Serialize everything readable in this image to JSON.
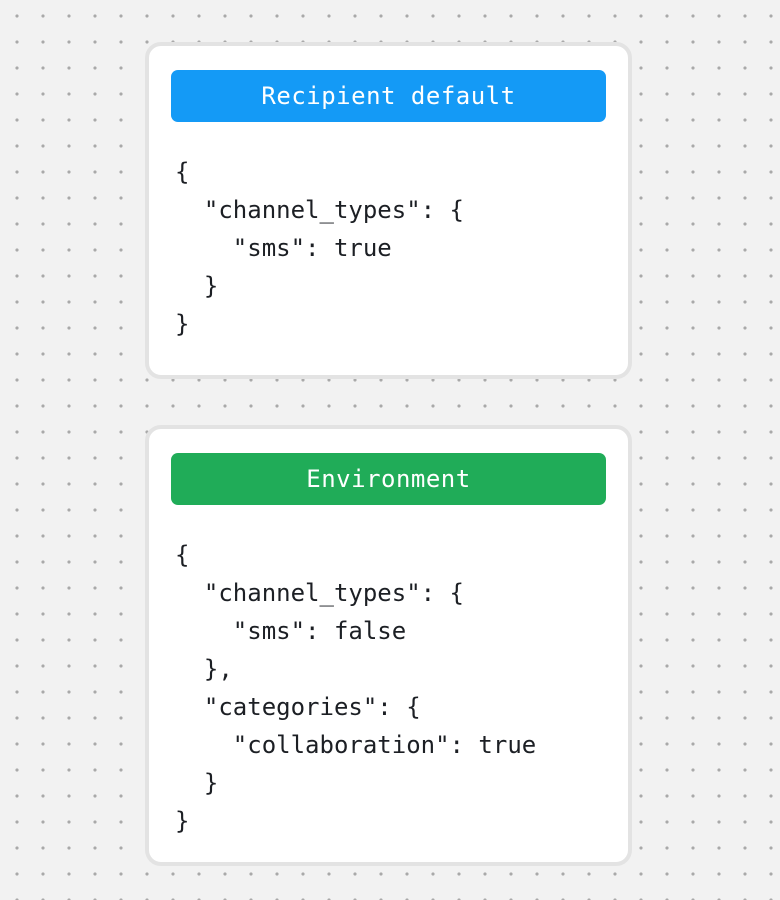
{
  "page": {
    "background_color": "#f2f2f2",
    "dot_color": "#a9a9a9",
    "card_background": "#ffffff",
    "card_border_color": "#e3e3e3",
    "code_text_color": "#1c1f24"
  },
  "cards": [
    {
      "title": "Recipient default",
      "accent_color": "#149af6",
      "code": [
        "{",
        "  \"channel_types\": {",
        "    \"sms\": true",
        "  }",
        "}"
      ]
    },
    {
      "title": "Environment",
      "accent_color": "#20ac58",
      "code": [
        "{",
        "  \"channel_types\": {",
        "    \"sms\": false",
        "  },",
        "  \"categories\": {",
        "    \"collaboration\": true",
        "  }",
        "}"
      ]
    }
  ]
}
